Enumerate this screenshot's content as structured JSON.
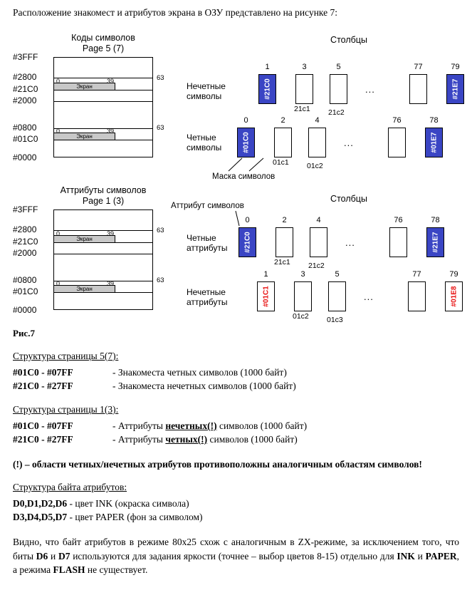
{
  "page": {
    "intro": "Расположение знакомест и атрибутов экрана в ОЗУ представлено на рисунке 7:"
  },
  "figure": {
    "caption": "Рис.7",
    "columns_title_top": "Столбцы",
    "columns_title_bottom": "Столбцы",
    "mask_label": "Маска символов",
    "attr_pointer_label": "Аттрибут символов",
    "memmap_top": {
      "title": "Коды символов",
      "subtitle": "Page 5 (7)",
      "addresses": [
        "#3FFF",
        "#2800",
        "#21C0",
        "#2000",
        "#0800",
        "#01C0",
        "#0000"
      ],
      "screen_label": "Экран",
      "col_first": "0",
      "col_last_screen": "39",
      "col_max": "63"
    },
    "memmap_bottom": {
      "title": "Аттрибуты символов",
      "subtitle": "Page 1 (3)",
      "addresses": [
        "#3FFF",
        "#2800",
        "#21C0",
        "#2000",
        "#0800",
        "#01C0",
        "#0000"
      ],
      "screen_label": "Экран",
      "col_first": "0",
      "col_last_screen": "39",
      "col_max": "63"
    },
    "rows": [
      {
        "side_label_line1": "Нечетные",
        "side_label_line2": "символы",
        "nums": [
          "1",
          "3",
          "5",
          "77",
          "79"
        ],
        "dots": "...",
        "first_addr": "#21C0",
        "last_addr": "#21E7",
        "sub_label_1": "21c1",
        "sub_label_2": "21c2"
      },
      {
        "side_label_line1": "Четные",
        "side_label_line2": "символы",
        "nums": [
          "0",
          "2",
          "4",
          "76",
          "78"
        ],
        "dots": "...",
        "first_addr": "#01C0",
        "last_addr": "#01E7",
        "sub_label_1": "01c1",
        "sub_label_2": "01c2"
      },
      {
        "side_label_line1": "Четные",
        "side_label_line2": "аттрибуты",
        "nums": [
          "0",
          "2",
          "4",
          "76",
          "78"
        ],
        "dots": "...",
        "first_addr": "#21C0",
        "last_addr": "#21E7",
        "sub_label_1": "21c1",
        "sub_label_2": "21c2"
      },
      {
        "side_label_line1": "Нечетные",
        "side_label_line2": "аттрибуты",
        "nums": [
          "1",
          "3",
          "5",
          "77",
          "79"
        ],
        "dots": "...",
        "first_addr": "#01C1",
        "last_addr": "#01E8",
        "sub_label_1": "01c2",
        "sub_label_2": "01c3"
      }
    ],
    "colors": {
      "blue": "#3a45c4",
      "red": "#e81010",
      "screen_gray": "#c8c8c8"
    }
  },
  "sections": {
    "page5": {
      "heading": "Структура страницы 5(7):",
      "rows": [
        {
          "range": "#01C0 - #07FF",
          "desc": [
            {
              "t": "- Знакоместа четных символов (1000 байт)"
            }
          ]
        },
        {
          "range": "#21C0 - #27FF",
          "desc": [
            {
              "t": "- Знакоместа нечетных символов (1000 байт)"
            }
          ]
        }
      ]
    },
    "page1": {
      "heading": "Структура страницы 1(3):",
      "rows": [
        {
          "range": "#01C0 - #07FF",
          "desc": [
            {
              "t": "- Аттрибуты "
            },
            {
              "t": "нечетных(!)",
              "b": true,
              "u": true
            },
            {
              "t": " символов (1000 байт)"
            }
          ]
        },
        {
          "range": "#21C0 - #27FF",
          "desc": [
            {
              "t": "- Аттрибуты "
            },
            {
              "t": "четных(!)",
              "b": true,
              "u": true
            },
            {
              "t": " символов (1000 байт)"
            }
          ]
        }
      ]
    },
    "note": "(!) – области четных/нечетных атрибутов противоположны аналогичным областям символов!",
    "attr_byte": {
      "heading": "Структура байта атрибутов:",
      "rows": [
        [
          {
            "t": "D0,D1,D2,D6",
            "b": true
          },
          {
            "t": " - цвет INK (окраска символа)"
          }
        ],
        [
          {
            "t": "D3,D4,D5,D7",
            "b": true
          },
          {
            "t": " - цвет PAPER (фон за символом)"
          }
        ]
      ]
    },
    "closing": [
      {
        "t": "Видно, что байт атрибутов в режиме 80x25 схож с аналогичным в ZX-режиме, за исключением того, что биты "
      },
      {
        "t": "D6",
        "b": true
      },
      {
        "t": " и "
      },
      {
        "t": "D7",
        "b": true
      },
      {
        "t": " используются для задания яркости (точнее – выбор цветов 8-15) отдельно для "
      },
      {
        "t": "INK",
        "b": true
      },
      {
        "t": " и "
      },
      {
        "t": "PAPER",
        "b": true
      },
      {
        "t": ", а режима "
      },
      {
        "t": "FLASH",
        "b": true
      },
      {
        "t": " не существует."
      }
    ]
  }
}
